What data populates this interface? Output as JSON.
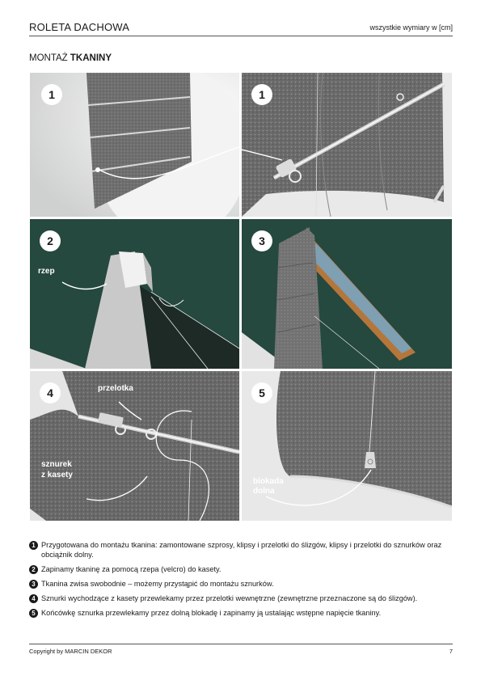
{
  "header": {
    "title": "ROLETA DACHOWA",
    "note": "wszystkie wymiary w [cm]"
  },
  "section": {
    "prefix": "MONTAŻ ",
    "bold": "TKANINY"
  },
  "panels": [
    {
      "badge": "1"
    },
    {
      "badge": "1"
    },
    {
      "badge": "2",
      "label": "rzep"
    },
    {
      "badge": "3"
    },
    {
      "badge": "4",
      "label_top": "przelotka",
      "label_bottom_1": "sznurek",
      "label_bottom_2": "z kasety"
    },
    {
      "badge": "5",
      "label_1": "blokada",
      "label_2": "dolna"
    }
  ],
  "steps": [
    {
      "num": "1",
      "text": "Przygotowana do montażu tkanina: zamontowane szprosy, klipsy i przelotki do ślizgów, klipsy i przelotki do sznurków oraz obciążnik dolny."
    },
    {
      "num": "2",
      "text": "Zapinamy tkaninę za pomocą rzepa (velcro) do kasety."
    },
    {
      "num": "3",
      "text": "Tkanina zwisa swobodnie – możemy przystąpić do montażu sznurków."
    },
    {
      "num": "4",
      "text": "Sznurki wychodzące z kasety przewlekamy przez przelotki wewnętrzne (zewnętrzne przeznaczone są do ślizgów)."
    },
    {
      "num": "5",
      "text": "Końcówkę sznurka przewlekamy przez dolną blokadę i zapinamy ją ustalając wstępne napięcie tkaniny."
    }
  ],
  "footer": {
    "copyright": "Copyright by MARCIN DEKOR",
    "page": "7"
  },
  "colors": {
    "wall_green": "#25483f",
    "fabric_gray": "#707070",
    "frame_wood": "#b5763a",
    "glass_blue": "#7f9fb3"
  }
}
